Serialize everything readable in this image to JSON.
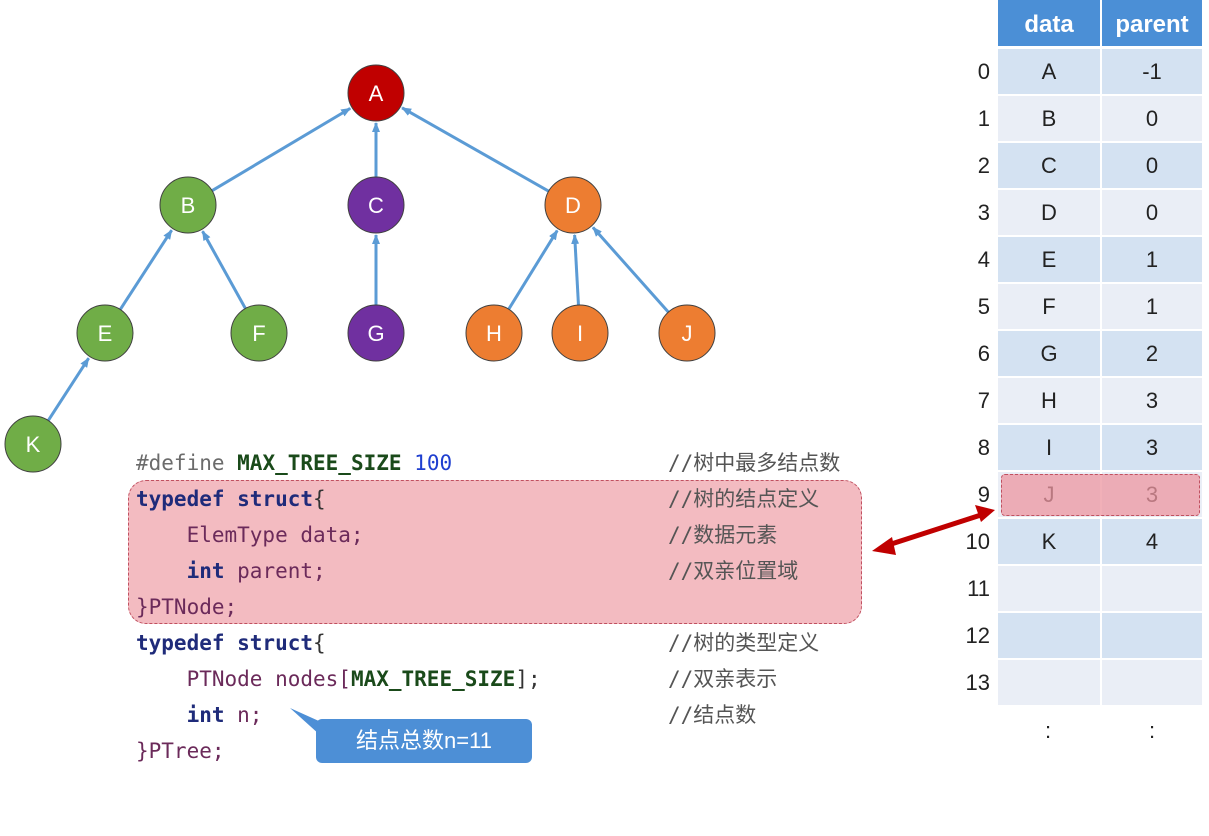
{
  "tree": {
    "nodes": [
      {
        "id": "A",
        "label": "A",
        "color": "#c00000"
      },
      {
        "id": "B",
        "label": "B",
        "color": "#70ad47"
      },
      {
        "id": "C",
        "label": "C",
        "color": "#7030a0"
      },
      {
        "id": "D",
        "label": "D",
        "color": "#ed7d31"
      },
      {
        "id": "E",
        "label": "E",
        "color": "#70ad47"
      },
      {
        "id": "F",
        "label": "F",
        "color": "#70ad47"
      },
      {
        "id": "G",
        "label": "G",
        "color": "#7030a0"
      },
      {
        "id": "H",
        "label": "H",
        "color": "#ed7d31"
      },
      {
        "id": "I",
        "label": "I",
        "color": "#ed7d31"
      },
      {
        "id": "J",
        "label": "J",
        "color": "#ed7d31"
      },
      {
        "id": "K",
        "label": "K",
        "color": "#70ad47"
      }
    ],
    "edges": [
      {
        "from": "B",
        "to": "A"
      },
      {
        "from": "C",
        "to": "A"
      },
      {
        "from": "D",
        "to": "A"
      },
      {
        "from": "E",
        "to": "B"
      },
      {
        "from": "F",
        "to": "B"
      },
      {
        "from": "G",
        "to": "C"
      },
      {
        "from": "H",
        "to": "D"
      },
      {
        "from": "I",
        "to": "D"
      },
      {
        "from": "J",
        "to": "D"
      },
      {
        "from": "K",
        "to": "E"
      }
    ],
    "arrow_color": "#5b9bd5"
  },
  "code": {
    "line1": {
      "prefix": "#define ",
      "macro": "MAX_TREE_SIZE",
      "num": " 100",
      "comment": "//树中最多结点数"
    },
    "line2": {
      "kw": "typedef struct",
      "rest": "{",
      "comment": "//树的结点定义"
    },
    "line3": {
      "text": "    ElemType data;",
      "comment": "//数据元素"
    },
    "line4": {
      "kw": "    int",
      "rest": " parent;",
      "comment": "//双亲位置域"
    },
    "line5": {
      "text": "}PTNode;",
      "comment": ""
    },
    "line6": {
      "kw": "typedef struct",
      "rest": "{",
      "comment": "//树的类型定义"
    },
    "line7": {
      "pre": "    PTNode nodes[",
      "macro": "MAX_TREE_SIZE",
      "post": "];",
      "comment": "//双亲表示"
    },
    "line8": {
      "kw": "    int",
      "rest": " n;",
      "comment": "//结点数"
    },
    "line9": {
      "text": "}PTree;",
      "comment": ""
    }
  },
  "callout": {
    "text": "结点总数n=11"
  },
  "table": {
    "headers": {
      "data": "data",
      "parent": "parent"
    },
    "rows": [
      {
        "index": "0",
        "data": "A",
        "parent": "-1"
      },
      {
        "index": "1",
        "data": "B",
        "parent": "0"
      },
      {
        "index": "2",
        "data": "C",
        "parent": "0"
      },
      {
        "index": "3",
        "data": "D",
        "parent": "0"
      },
      {
        "index": "4",
        "data": "E",
        "parent": "1"
      },
      {
        "index": "5",
        "data": "F",
        "parent": "1"
      },
      {
        "index": "6",
        "data": "G",
        "parent": "2"
      },
      {
        "index": "7",
        "data": "H",
        "parent": "3"
      },
      {
        "index": "8",
        "data": "I",
        "parent": "3"
      },
      {
        "index": "9",
        "data": "J",
        "parent": "3"
      },
      {
        "index": "10",
        "data": "K",
        "parent": "4"
      },
      {
        "index": "11",
        "data": "",
        "parent": ""
      },
      {
        "index": "12",
        "data": "",
        "parent": ""
      },
      {
        "index": "13",
        "data": "",
        "parent": ""
      }
    ],
    "highlighted_row": "9",
    "ellipsis": ":"
  }
}
